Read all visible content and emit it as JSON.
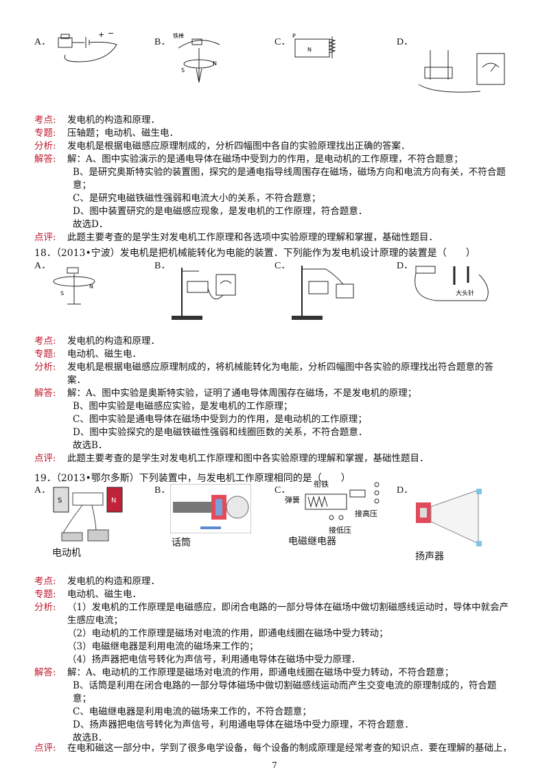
{
  "top_options": {
    "a": "A．",
    "b": "B．",
    "c": "C．",
    "d": "D．",
    "b_fig_text": "铁棒",
    "c_fig_p": "P",
    "c_fig_n": "N"
  },
  "q17": {
    "kaodian_label": "考点:",
    "kaodian": "发电机的构造和原理．",
    "zhuanti_label": "专题:",
    "zhuanti": "压轴题；电动机、磁生电．",
    "fenxi_label": "分析:",
    "fenxi": "发电机是根据电磁感应原理制成的，分析四幅图中各自的实验原理找出正确的答案．",
    "jieda_label": "解答:",
    "jieda": [
      "解：A、图中实验演示的是通电导体在磁场中受到力的作用，是电动机的工作原理，不符合题意；",
      "B、是研究奥斯特实验的装置图，探究的是通电指导线周围存在磁场，磁场方向和电流方向有关，不符合题",
      "意；",
      "C、是研究电磁铁磁性强弱和电流大小的关系，不符合题意；",
      "D、图中装置研究的是电磁感应现象，是发电机的工作原理，符合题意．",
      "故选D．"
    ],
    "dianping_label": "点评:",
    "dianping": "此题主要考查的是学生对发电机工作原理和各选项中实验原理的理解和掌握，基础性题目．"
  },
  "q18": {
    "head": "18．（2013•宁波）发电机是把机械能转化为电能的装置．下列能作为发电机设计原理的装置是（　　）",
    "opt_a": "A．",
    "opt_b": "B．",
    "opt_c": "C．",
    "opt_d": "D．",
    "d_fig_text": "大头针",
    "kaodian_label": "考点:",
    "kaodian": "发电机的构造和原理．",
    "zhuanti_label": "专题:",
    "zhuanti": "电动机、磁生电．",
    "fenxi_label": "分析:",
    "fenxi": [
      "发电机是根据电磁感应原理制成的，将机械能转化为电能，分析四幅图中各实验的原理找出符合题意的答",
      "案．"
    ],
    "jieda_label": "解答:",
    "jieda": [
      "解：A、图中实验是奥斯特实验，证明了通电导体周围存在磁场，不是发电机的原理；",
      "B、图中实验是电磁感应实验，是发电机的工作原理；",
      "C、图中实验是通电导体在磁场中受到力的作用，是电动机的工作原理；",
      "D、图中实验探究的是电磁铁磁性强弱和线圈匝数的关系，不符合题意．",
      "故选B．"
    ],
    "dianping_label": "点评:",
    "dianping": "此题主要考查的是学生对发电机工作原理和图中各实验原理的理解和掌握，基础性题目．"
  },
  "q19": {
    "head": "19．（2013•鄂尔多斯）下列装置中，与发电机工作原理相同的是（　　）",
    "opt_a": "A．",
    "opt_b": "B．",
    "opt_c": "C．",
    "opt_d": "D．",
    "cap_a": "电动机",
    "cap_b": "话筒",
    "cap_c": "电磁继电器",
    "cap_d": "扬声器",
    "c_fig": {
      "yantie": "衔铁",
      "tanhuang": "弹簧",
      "gaoya": "接高压",
      "diya": "接低压"
    },
    "kaodian_label": "考点:",
    "kaodian": "发电机的构造和原理．",
    "zhuanti_label": "专题:",
    "zhuanti": "电动机、磁生电．",
    "fenxi_label": "分析:",
    "fenxi": [
      "（1）发电机的工作原理是电磁感应，即闭合电路的一部分导体在磁场中做切割磁感线运动时，导体中就会产",
      "生感应电流；",
      "（2）电动机的工作原理是磁场对电流的作用，即通电线圈在磁场中受力转动；",
      "（3）电磁继电器是利用电流的磁场来工作的；",
      "（4）扬声器把电信号转化为声信号，利用通电导体在磁场中受力原理．"
    ],
    "jieda_label": "解答:",
    "jieda": [
      "解：A、电动机的工作原理是磁场对电流的作用，即通电线圈在磁场中受力转动，不符合题意；",
      "B、话筒是利用在闭合电路的一部分导体磁场中做切割磁感线运动而产生交变电流的原理制成的，符合题",
      "意；",
      "C、电磁继电器是利用电流的磁场来工作的，不符合题意；",
      "D、扬声器把电信号转化为声信号，利用通电导体在磁场中受力原理，不符合题意．",
      "故选B．"
    ],
    "dianping_label": "点评:",
    "dianping": "在电和磁这一部分中，学到了很多电学设备，每个设备的制成原理是经常考查的知识点．要在理解的基础上，"
  },
  "page_number": "7"
}
